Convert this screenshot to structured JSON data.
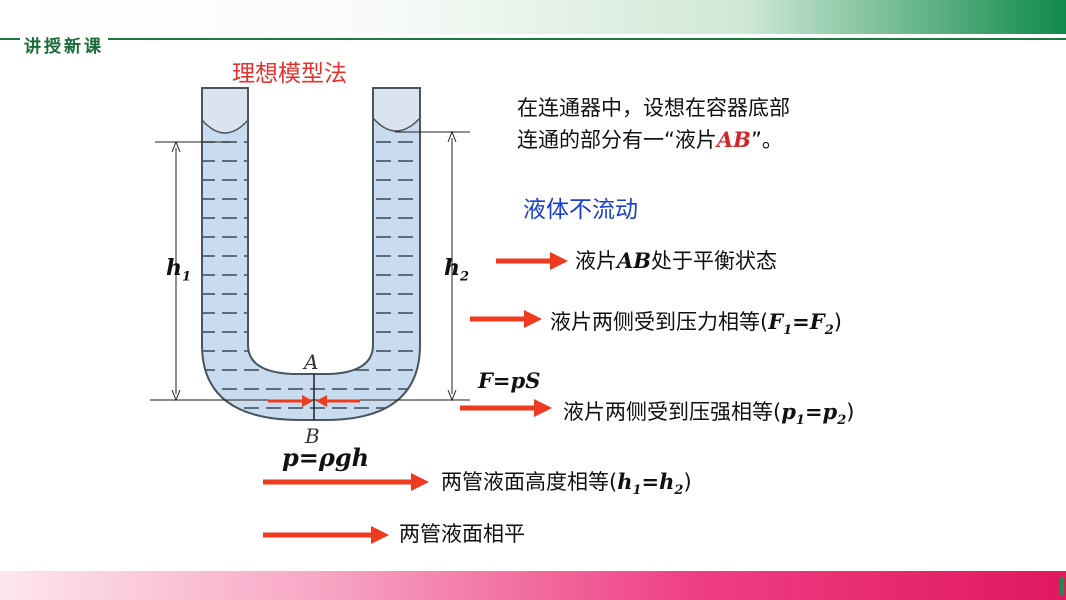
{
  "section_tag": "讲授新课",
  "method_title": "理想模型法",
  "intro": {
    "line1": "在连通器中，设想在容器底部",
    "line2_prefix": "连通的部分有一“液片",
    "line2_highlight": "AB",
    "line2_suffix": "”。"
  },
  "no_flow": "液体不流动",
  "steps": {
    "s1_prefix": "液片",
    "s1_ab": "AB",
    "s1_suffix": "处于平衡状态",
    "s2_text": "液片两侧受到压力相等(",
    "s2_v1": "F",
    "s2_s1": "1",
    "s2_eq": "=",
    "s2_v2": "F",
    "s2_s2": "2",
    "s2_close": ")",
    "s3_text": "液片两侧受到压强相等(",
    "s3_v1": "p",
    "s3_s1": "1",
    "s3_eq": "=",
    "s3_v2": "p",
    "s3_s2": "2",
    "s3_close": ")",
    "s4_text": "两管液面高度相等(",
    "s4_v1": "h",
    "s4_s1": "1",
    "s4_eq": "=",
    "s4_v2": "h",
    "s4_s2": "2",
    "s4_close": ")",
    "s5_text": "两管液面相平"
  },
  "formulas": {
    "force": "F=pS",
    "pressure": "p=ρgh"
  },
  "diagram": {
    "h1_var": "h",
    "h1_sub": "1",
    "h2_var": "h",
    "h2_sub": "2",
    "point_a": "A",
    "point_b": "B"
  },
  "colors": {
    "arrow": "#ee3a1e",
    "liquid": "#c9dcef",
    "tube_outline": "#4a5560"
  }
}
